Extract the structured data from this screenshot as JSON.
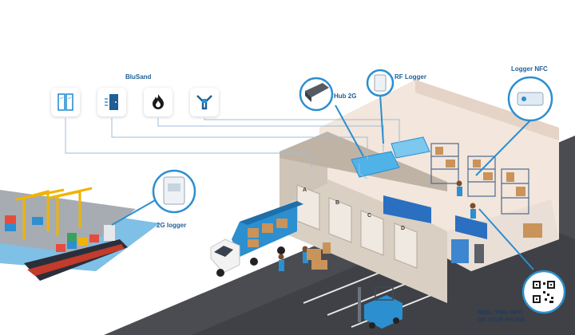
{
  "labels": {
    "blusand": "BluSand",
    "hub_2g": "Hub 2G",
    "rf_logger": "RF Logger",
    "logger_nfc": "Logger NFC",
    "logger_2g": "2G logger",
    "realtime_line1": "REAL-TIME INFO",
    "realtime_line2": "ON YOUR PHONE"
  },
  "docks": [
    "A",
    "B",
    "C",
    "D"
  ],
  "sensor_icons": [
    "door-sensor-icon",
    "access-door-icon",
    "fire-sensor-icon",
    "water-valve-icon"
  ],
  "colors": {
    "accent": "#2b8fd0",
    "dark_blue": "#1f5f95",
    "wall": "#d9cfc3",
    "road": "#4a4c52"
  }
}
